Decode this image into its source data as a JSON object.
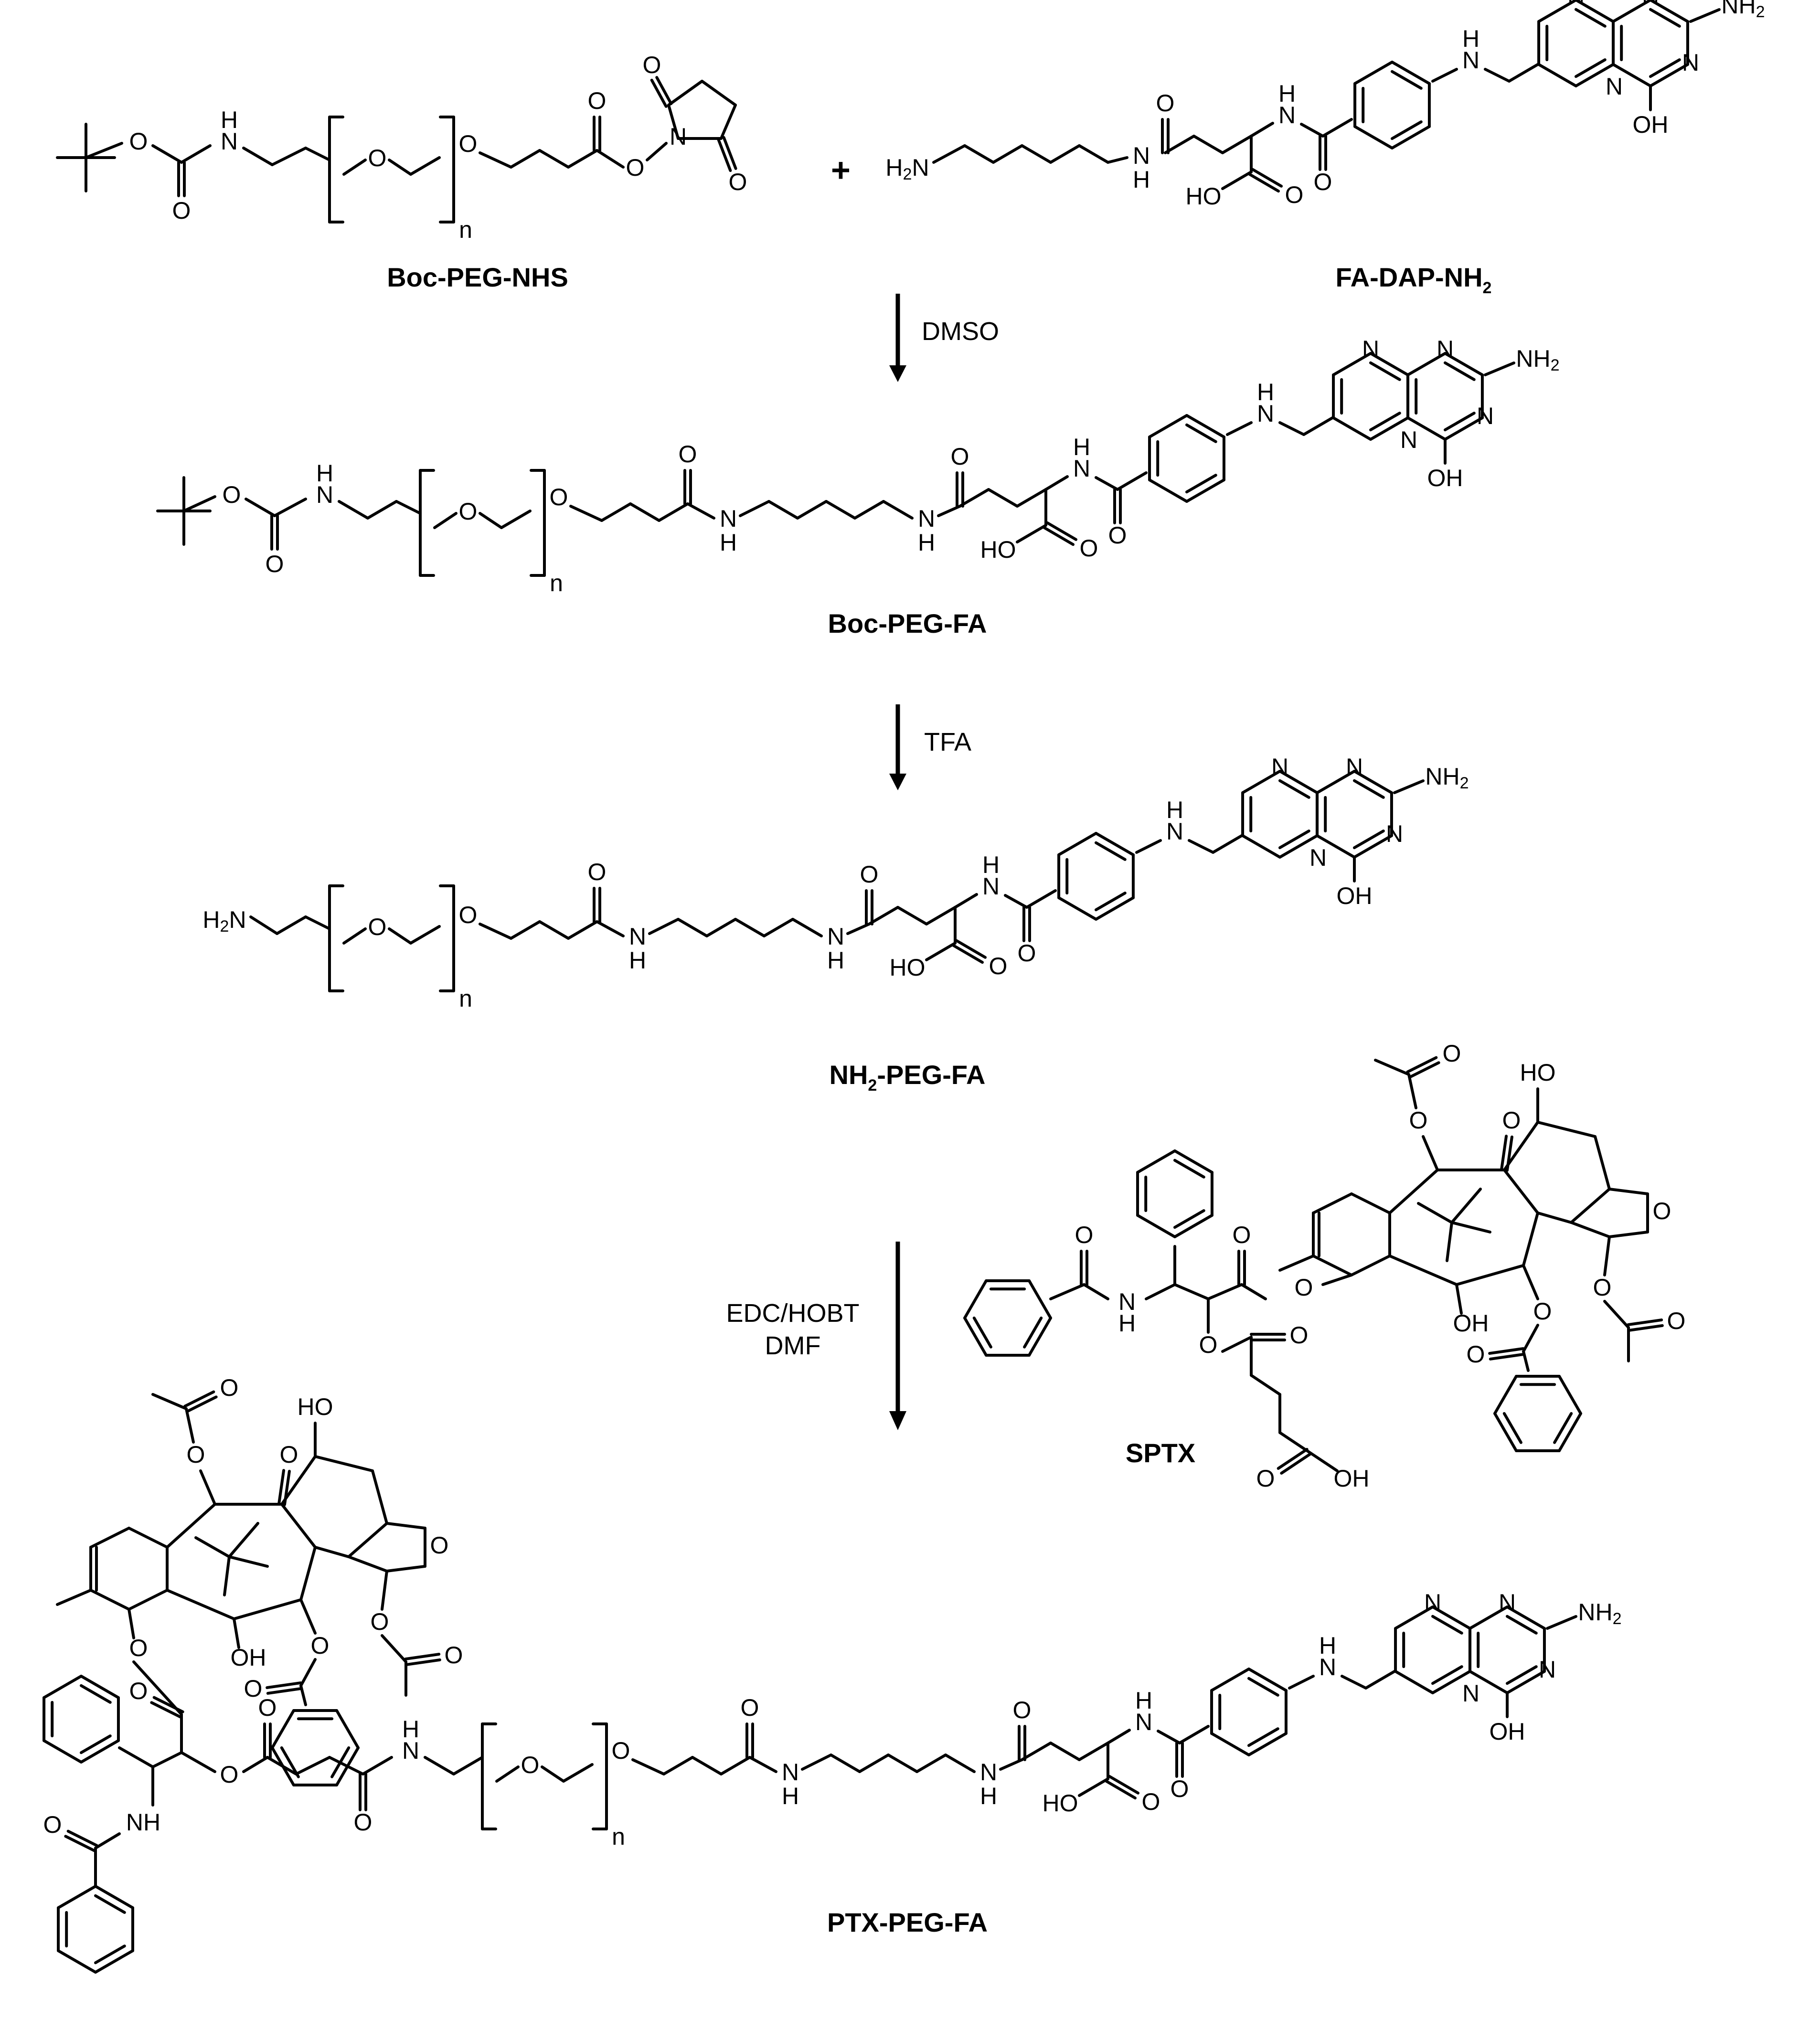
{
  "scheme": {
    "compounds": {
      "boc_peg_nhs": "Boc-PEG-NHS",
      "fa_dap_nh2": "FA-DAP-NH2",
      "boc_peg_fa": "Boc-PEG-FA",
      "nh2_peg_fa": "NH2-PEG-FA",
      "sptx": "SPTX",
      "ptx_peg_fa": "PTX-PEG-FA"
    },
    "conditions": {
      "step1": "DMSO",
      "step2": "TFA",
      "step3_line1": "EDC/HOBT",
      "step3_line2": "DMF"
    },
    "plus_sign": "+",
    "atom_labels": {
      "O": "O",
      "N": "N",
      "H": "H",
      "NH": "NH",
      "OH": "OH",
      "HO": "HO",
      "H2N": "H2N",
      "NH2": "NH2",
      "repeat_n": "n"
    }
  }
}
